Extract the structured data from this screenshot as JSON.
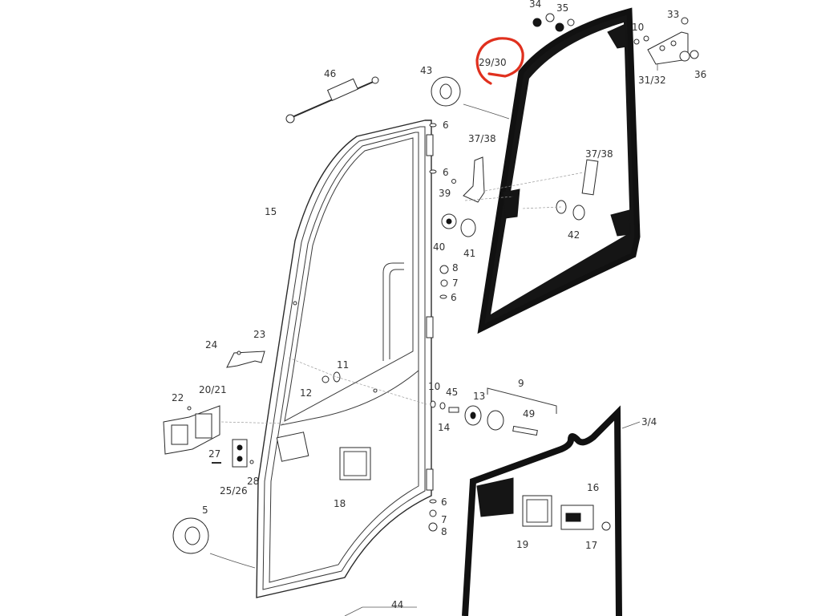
{
  "diagram": {
    "labels": [
      {
        "id": "l34",
        "text": "34"
      },
      {
        "id": "l35",
        "text": "35"
      },
      {
        "id": "l33",
        "text": "33"
      },
      {
        "id": "l10a",
        "text": "10"
      },
      {
        "id": "l2930",
        "text": "29/30"
      },
      {
        "id": "l3132",
        "text": "31/32"
      },
      {
        "id": "l36",
        "text": "36"
      },
      {
        "id": "l46",
        "text": "46"
      },
      {
        "id": "l43",
        "text": "43"
      },
      {
        "id": "l6a",
        "text": "6"
      },
      {
        "id": "l3738a",
        "text": "37/38"
      },
      {
        "id": "l3738b",
        "text": "37/38"
      },
      {
        "id": "l6b",
        "text": "6"
      },
      {
        "id": "l39",
        "text": "39"
      },
      {
        "id": "l15",
        "text": "15"
      },
      {
        "id": "l42",
        "text": "42"
      },
      {
        "id": "l40",
        "text": "40"
      },
      {
        "id": "l41",
        "text": "41"
      },
      {
        "id": "l8a",
        "text": "8"
      },
      {
        "id": "l7a",
        "text": "7"
      },
      {
        "id": "l6c",
        "text": "6"
      },
      {
        "id": "l24",
        "text": "24"
      },
      {
        "id": "l23",
        "text": "23"
      },
      {
        "id": "l11",
        "text": "11"
      },
      {
        "id": "l12",
        "text": "12"
      },
      {
        "id": "l9",
        "text": "9"
      },
      {
        "id": "l10b",
        "text": "10"
      },
      {
        "id": "l45",
        "text": "45"
      },
      {
        "id": "l13",
        "text": "13"
      },
      {
        "id": "l49",
        "text": "49"
      },
      {
        "id": "l22",
        "text": "22"
      },
      {
        "id": "l2021",
        "text": "20/21"
      },
      {
        "id": "l14",
        "text": "14"
      },
      {
        "id": "l34b",
        "text": "3/4"
      },
      {
        "id": "l27",
        "text": "27"
      },
      {
        "id": "l28",
        "text": "28"
      },
      {
        "id": "l2526",
        "text": "25/26"
      },
      {
        "id": "l18",
        "text": "18"
      },
      {
        "id": "l16",
        "text": "16"
      },
      {
        "id": "l6d",
        "text": "6"
      },
      {
        "id": "l7b",
        "text": "7"
      },
      {
        "id": "l8b",
        "text": "8"
      },
      {
        "id": "l5",
        "text": "5"
      },
      {
        "id": "l19",
        "text": "19"
      },
      {
        "id": "l17",
        "text": "17"
      },
      {
        "id": "l44",
        "text": "44"
      }
    ],
    "highlight_color": "#e0301e",
    "ink_color": "#222222"
  }
}
